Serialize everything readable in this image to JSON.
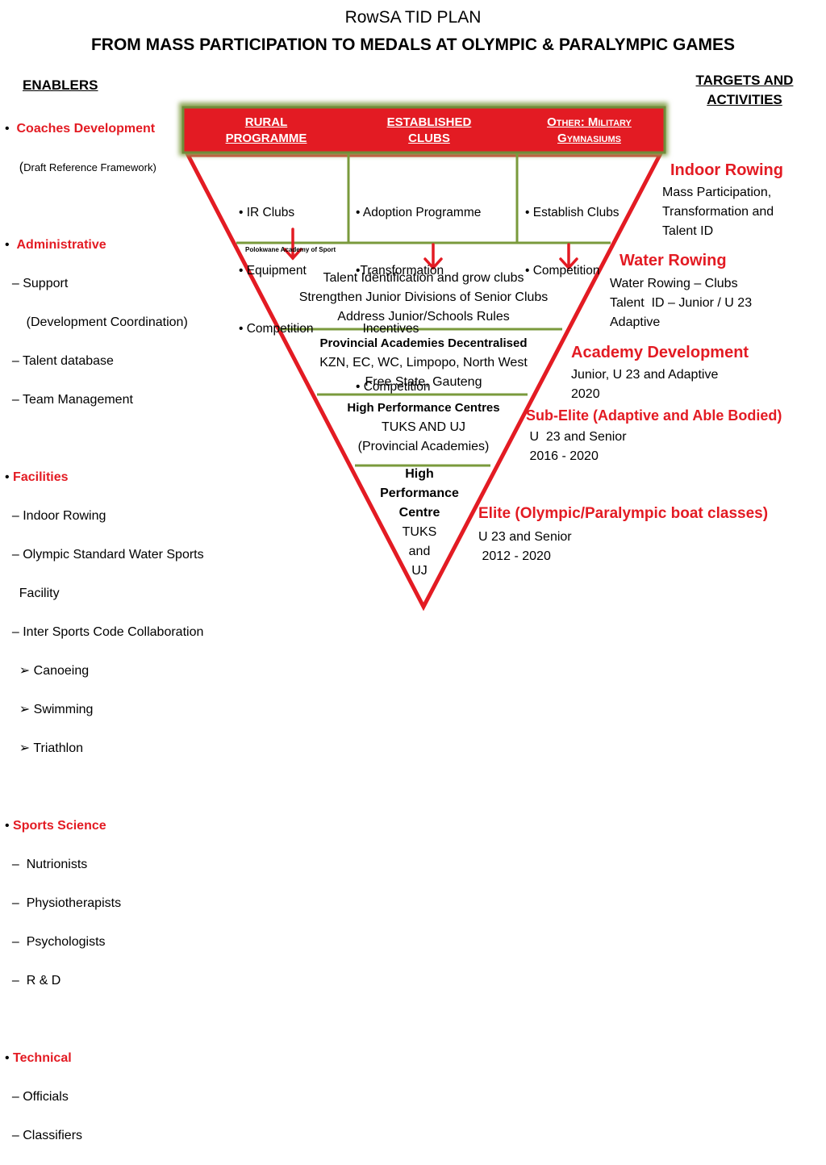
{
  "title": {
    "line1": "RowSA TID PLAN",
    "line2": "FROM MASS PARTICIPATION TO MEDALS AT OLYMPIC & PARALYMPIC GAMES"
  },
  "enablers": {
    "header": "ENABLERS",
    "coaches": {
      "title": "Coaches Development",
      "sub": "Draft Reference Framework)"
    },
    "admin": {
      "title": "Administrative",
      "items": [
        "Support",
        "(Development Coordination)",
        "Talent database",
        "Team Management"
      ]
    },
    "facilities": {
      "title": "Facilities",
      "items": [
        "Indoor Rowing",
        "Olympic Standard Water Sports",
        "Facility",
        "Inter Sports Code Collaboration"
      ],
      "sub": [
        "Canoeing",
        "Swimming",
        "Triathlon"
      ]
    },
    "science": {
      "title": "Sports Science",
      "items": [
        "Nutrionists",
        "Physiotherapists",
        "Psychologists",
        "R & D"
      ]
    },
    "technical": {
      "title": "Technical",
      "items": [
        "Officials",
        "Classifiers"
      ]
    }
  },
  "targets_header": "TARGETS AND\nACTIVITIES",
  "banner": {
    "col1": "RURAL\nPROGRAMME",
    "col2": "ESTABLISHED\nCLUBS",
    "col3_a": "Other: Military",
    "col3_b": "Gymnasiums"
  },
  "columns": {
    "col1": [
      "IR Clubs",
      "Equipment",
      "Competition"
    ],
    "col2": [
      "Adoption Programme",
      "Transformation",
      "Incentives",
      "Competition"
    ],
    "col3": [
      "Establish Clubs",
      "Competition"
    ]
  },
  "polokwane": "Polokwane Academy of Sport",
  "tiers": {
    "t1": [
      "Talent Identification and grow clubs",
      "Strengthen Junior Divisions of Senior Clubs",
      "Address Junior/Schools Rules"
    ],
    "t2_title": "Provincial Academies Decentralised",
    "t2": [
      "KZN, EC, WC, Limpopo, North West",
      "Free State, Gauteng"
    ],
    "t3_title": "High Performance Centres",
    "t3": [
      "TUKS AND UJ",
      "(Provincial Academies)"
    ],
    "t4_title": [
      "High",
      "Performance",
      "Centre"
    ],
    "t4": [
      "TUKS",
      "and",
      "UJ"
    ]
  },
  "targets": {
    "indoor": {
      "title": "Indoor Rowing",
      "text": "Mass Participation,\nTransformation and\nTalent ID"
    },
    "water": {
      "title": "Water Rowing",
      "text": "Water Rowing – Clubs\nTalent  ID – Junior / U 23\nAdaptive"
    },
    "academy": {
      "title": "Academy Development",
      "text": "Junior, U 23 and Adaptive\n2020"
    },
    "subelite": {
      "title": "Sub-Elite (Adaptive and Able Bodied)",
      "text": " U  23 and Senior\n 2016 - 2020"
    },
    "elite": {
      "title": "Elite (Olympic/Paralympic boat classes)",
      "text": "U 23 and Senior\n 2012 - 2020"
    }
  },
  "colors": {
    "red": "#e31b23",
    "olive": "#7a9a3c",
    "banner_border": "#8fa85a"
  }
}
